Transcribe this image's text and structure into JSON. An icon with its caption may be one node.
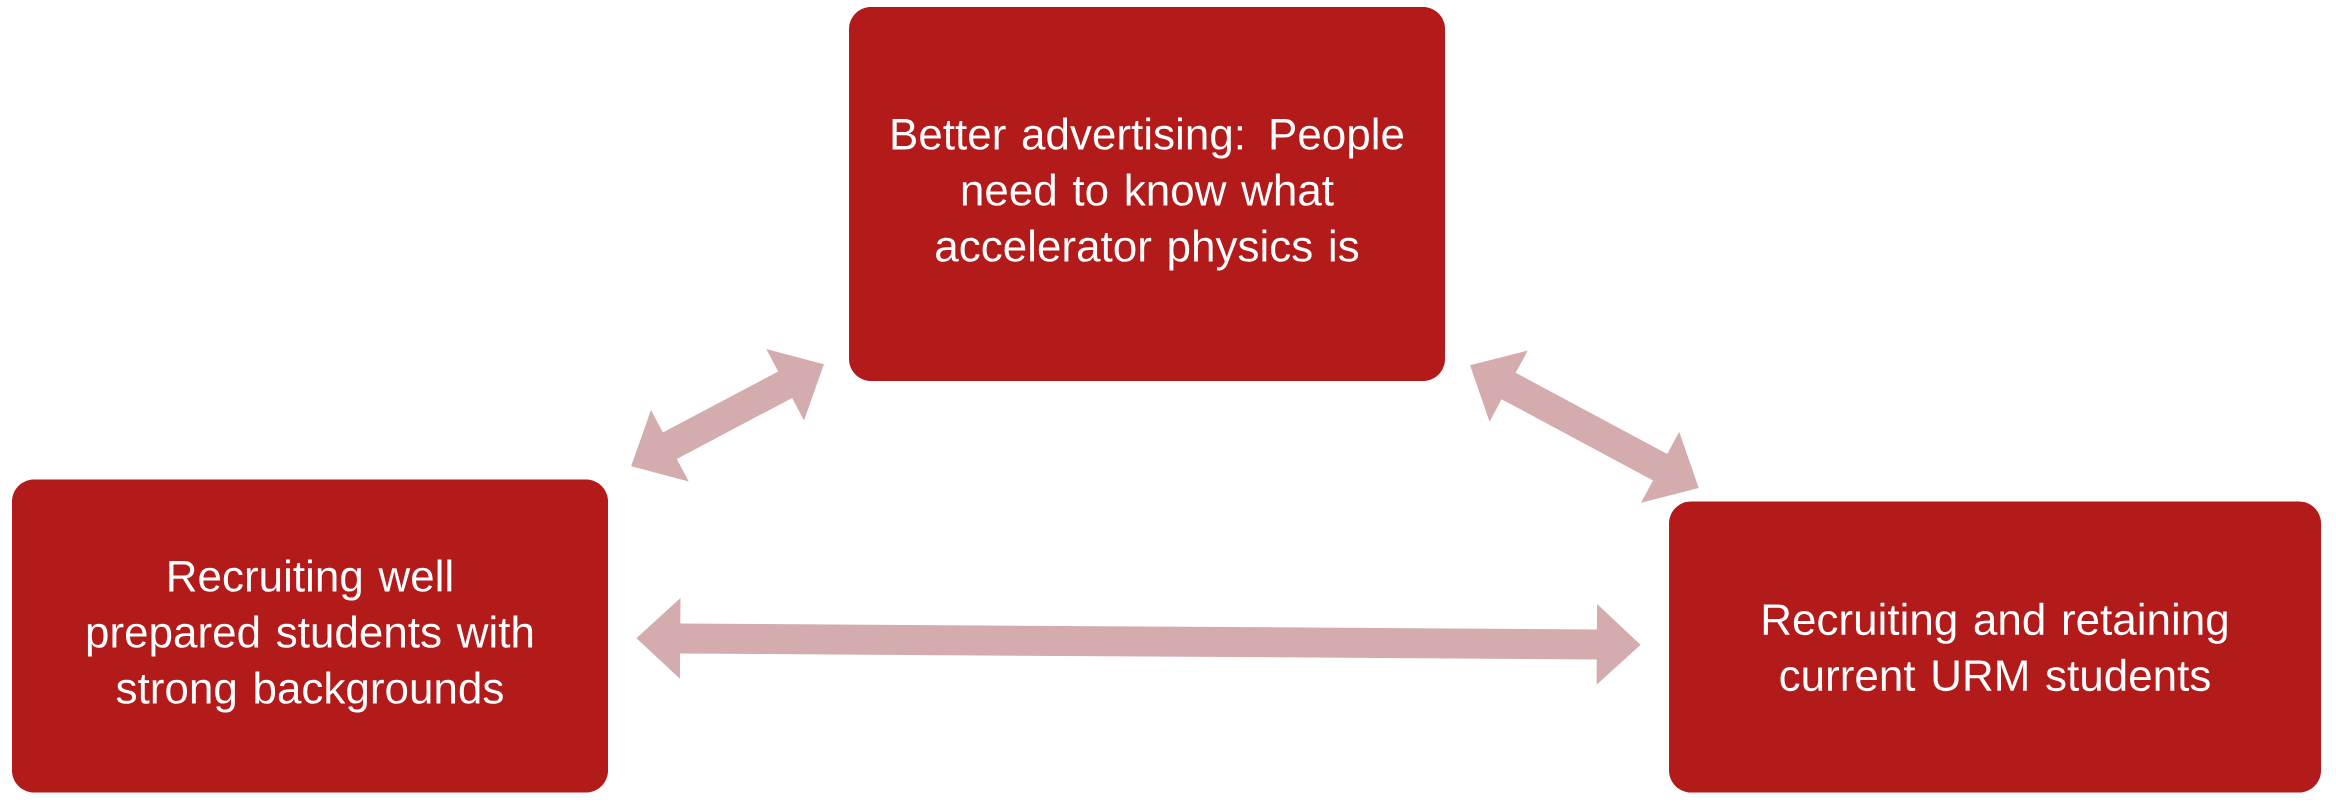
{
  "diagram": {
    "nodes": [
      {
        "text": [
          "Better advertising: People need to know what accelerator physics is"
        ]
      },
      {
        "text": [
          "Recruiting well prepared students with strong backgrounds"
        ]
      },
      {
        "text": [
          "Recruiting and retaining current URM students"
        ]
      }
    ],
    "edges": [
      {
        "from": 0,
        "to": 1,
        "arrow": "both"
      },
      {
        "from": 0,
        "to": 2,
        "arrow": "both"
      },
      {
        "from": 1,
        "to": 2,
        "arrow": "both"
      }
    ]
  }
}
